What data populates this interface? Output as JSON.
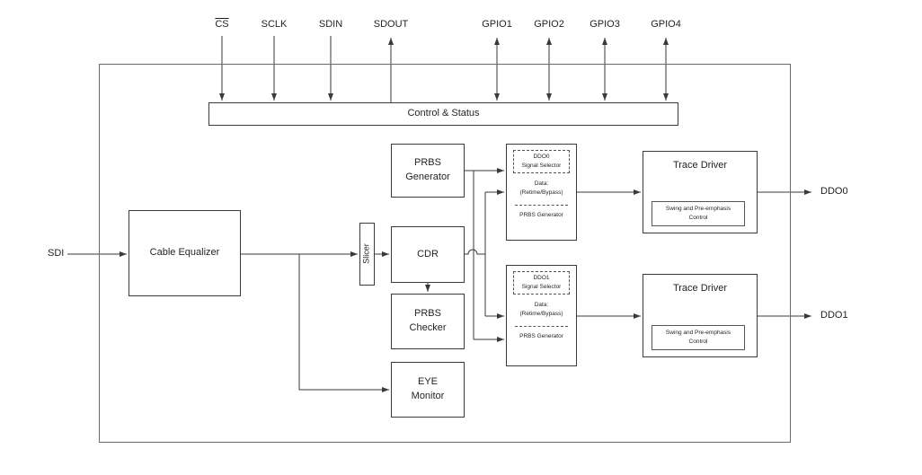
{
  "pins": {
    "cs": "CS",
    "sclk": "SCLK",
    "sdin": "SDIN",
    "sdout": "SDOUT",
    "gpio1": "GPIO1",
    "gpio2": "GPIO2",
    "gpio3": "GPIO3",
    "gpio4": "GPIO4",
    "sdi": "SDI",
    "ddo0": "DDO0",
    "ddo1": "DDO1"
  },
  "blocks": {
    "control_status": "Control & Status",
    "cable_equalizer": "Cable Equalizer",
    "slicer": "Slicer",
    "cdr": "CDR",
    "prbs_generator": "PRBS Generator",
    "prbs_checker": "PRBS Checker",
    "eye_monitor": "EYE Monitor",
    "selector0": {
      "name": "DDO0",
      "title": "Signal Selector",
      "data_label": "Data:",
      "data_mode": "(Retime/Bypass)",
      "prbs": "PRBS Generator"
    },
    "selector1": {
      "name": "DDO1",
      "title": "Signal Selector",
      "data_label": "Data:",
      "data_mode": "(Retime/Bypass)",
      "prbs": "PRBS Generator"
    },
    "trace_driver0": {
      "title": "Trace Driver",
      "control": "Swing and Pre-emphasis Control"
    },
    "trace_driver1": {
      "title": "Trace Driver",
      "control": "Swing and Pre-emphasis Control"
    }
  },
  "colors": {
    "line": "#3a3a3a",
    "text": "#231f20",
    "background": "#ffffff"
  }
}
